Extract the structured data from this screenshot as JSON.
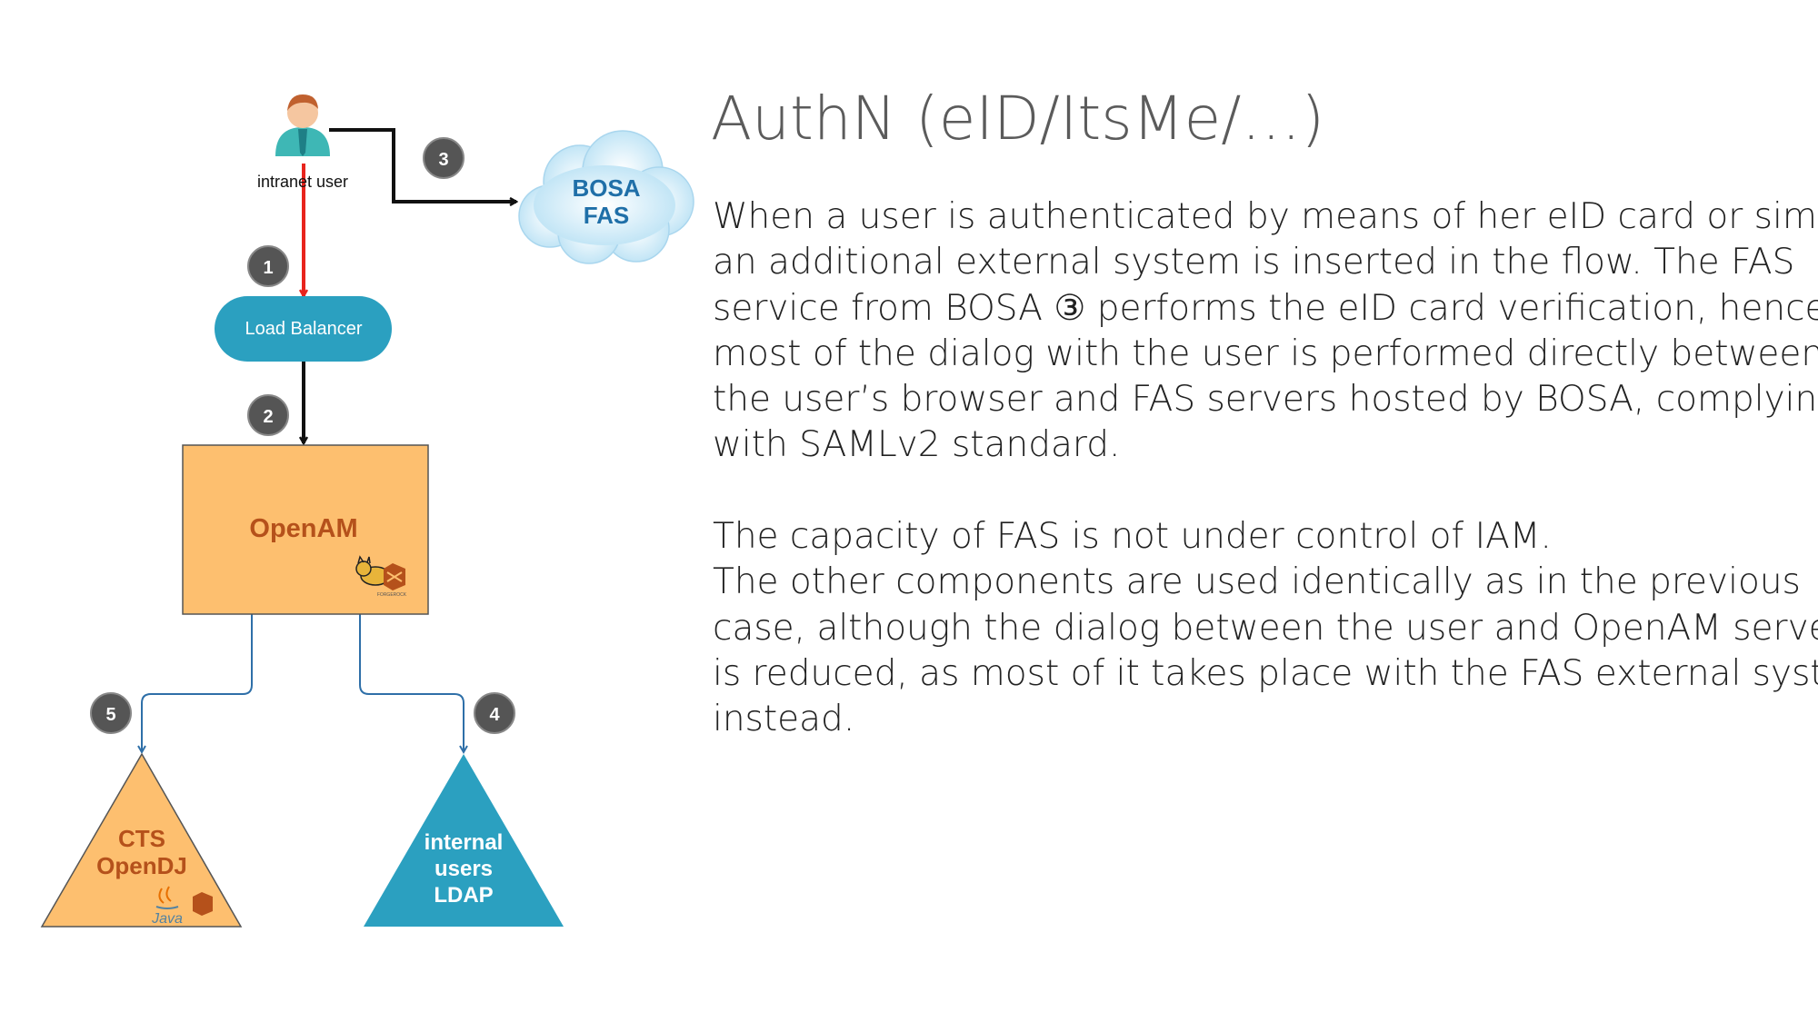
{
  "slide": {
    "title": "AuthN (eID/ItsMe/…)",
    "paragraph1": [
      "When a user is authenticated by means of her eID card or similar,",
      "an additional external system is inserted in the flow.  The FAS",
      "service from BOSA ③ performs the eID card verification, hence",
      "most of the dialog with the user is performed directly between",
      "the user’s browser and FAS servers hosted by BOSA, complying",
      "with SAMLv2 standard."
    ],
    "paragraph2": [
      "The capacity of FAS is not under control of IAM.",
      "The other components are used identically as in the previous",
      "case, although the dialog between the user and OpenAM server",
      "is reduced, as most of it takes place with the FAS external system",
      "instead."
    ]
  },
  "diagram": {
    "user_label": "intranet user",
    "bosa_line1": "BOSA",
    "bosa_line2": "FAS",
    "load_balancer": "Load Balancer",
    "openam": "OpenAM",
    "cts_line1": "CTS",
    "cts_line2": "OpenDJ",
    "ldap_line1": "internal",
    "ldap_line2": "users",
    "ldap_line3": "LDAP",
    "java_logo_text": "Java",
    "forgerock_logo_text": "FORGEROCK",
    "steps": [
      "1",
      "2",
      "3",
      "4",
      "5"
    ]
  },
  "colors": {
    "orange_fill": "#FDBF6F",
    "orange_text": "#B5511B",
    "teal": "#2BA0C0",
    "cloud_text": "#1F6FA8",
    "red_arrow": "#E8241D",
    "blue_line": "#2E6FA8",
    "badge": "#555555",
    "title_gray": "#5b5b5b"
  }
}
